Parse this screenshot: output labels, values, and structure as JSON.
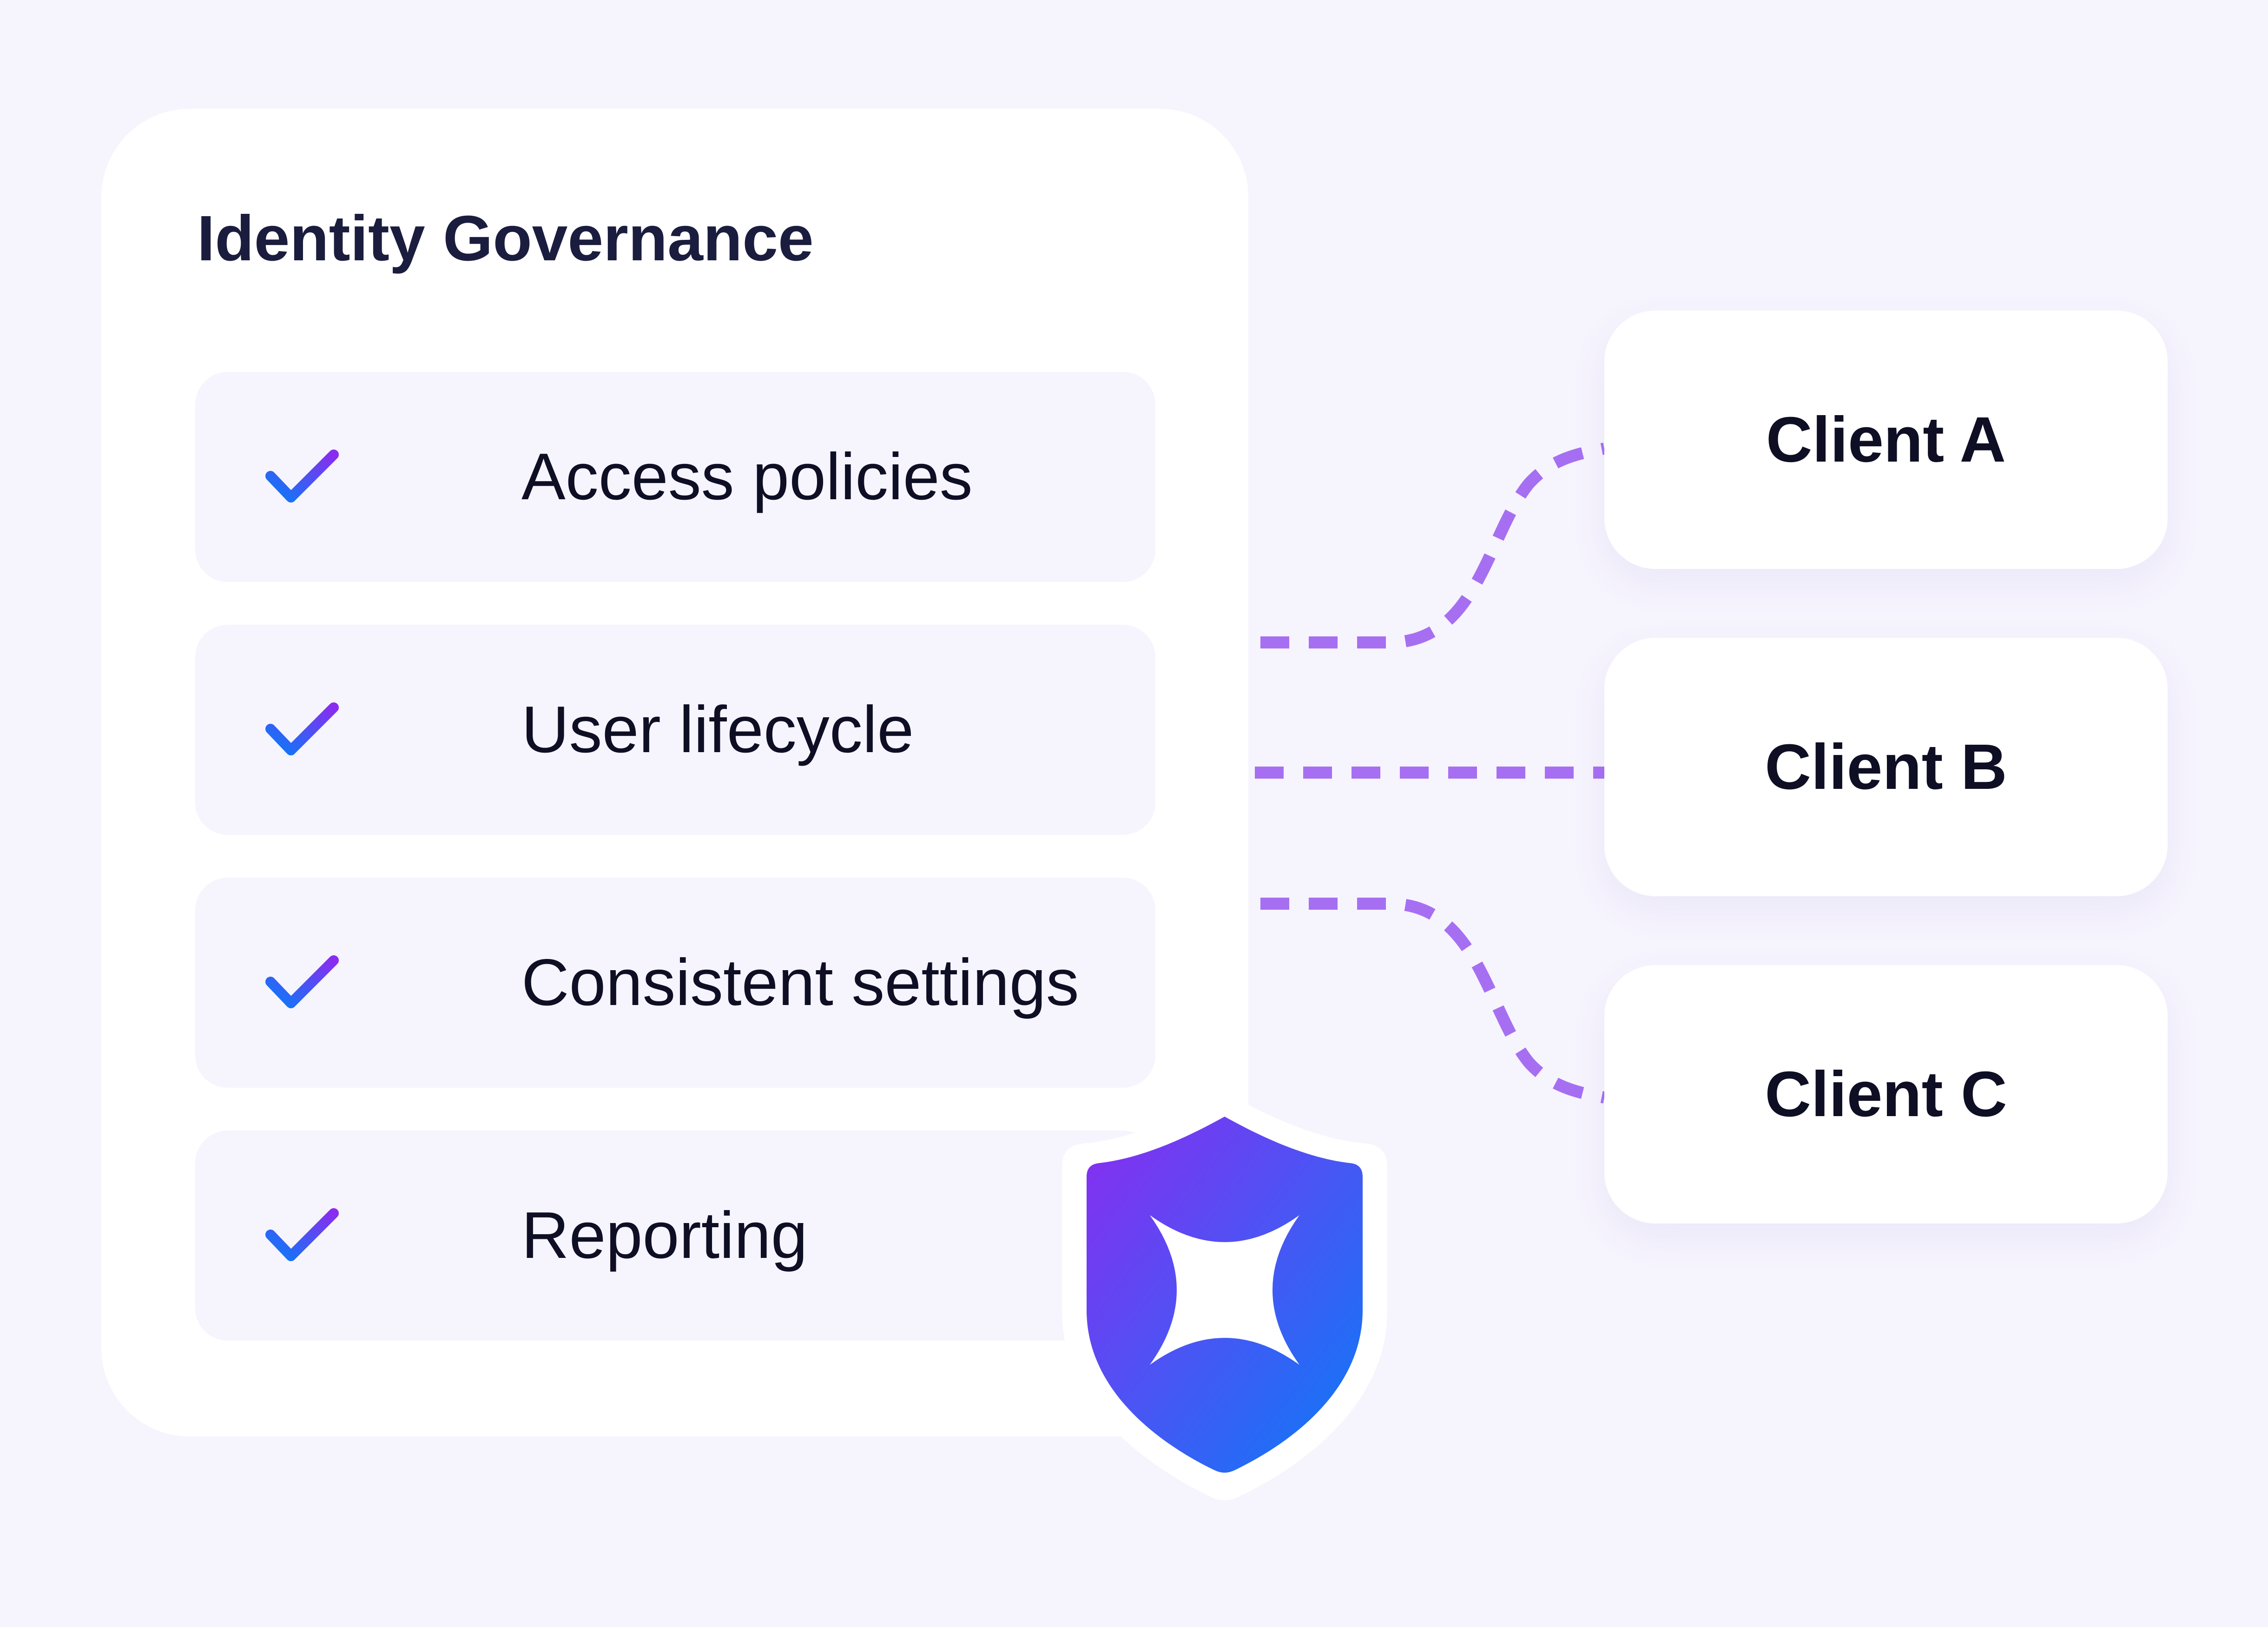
{
  "governance": {
    "title": "Identity Governance",
    "items": [
      {
        "label": "Access policies",
        "icon": "check-icon"
      },
      {
        "label": "User lifecycle",
        "icon": "check-icon"
      },
      {
        "label": "Consistent settings",
        "icon": "check-icon"
      },
      {
        "label": "Reporting",
        "icon": "check-icon"
      }
    ]
  },
  "clients": [
    {
      "label": "Client A"
    },
    {
      "label": "Client B"
    },
    {
      "label": "Client C"
    }
  ],
  "badge": {
    "icon": "shield-sparkle-icon"
  },
  "colors": {
    "background": "#f6f4fd",
    "card": "#ffffff",
    "row": "#f6f4fd",
    "title": "#1b1d3f",
    "text": "#0e0f24",
    "connector": "#a66ff2",
    "gradient_start": "#8a2cf0",
    "gradient_end": "#0a7af7"
  }
}
